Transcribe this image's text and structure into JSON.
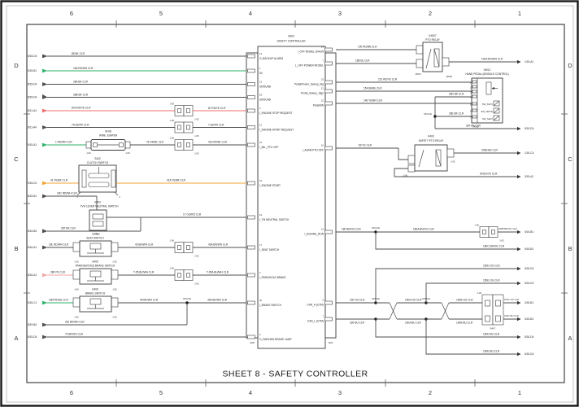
{
  "title": "SHEET 8 - SAFETY CONTROLLER",
  "zones": {
    "cols": [
      "6",
      "5",
      "4",
      "3",
      "2",
      "1"
    ],
    "rows": [
      "D",
      "C",
      "B",
      "A"
    ]
  },
  "controller": {
    "id": "A400",
    "name": "SAFETY CONTROLLER",
    "left_conn": "J400",
    "right_conn": "J401",
    "lp": [
      {
        "n": "14",
        "l": "O_BACKUP ALARM"
      },
      {
        "n": "1",
        "l": "5V"
      },
      {
        "n": "13",
        "l": "GROUND"
      },
      {
        "n": "18",
        "l": "GROUND"
      },
      {
        "n": "4",
        "l": "I_ENGINE STOP REQUEST"
      },
      {
        "n": "12",
        "l": "I_ENGINE START REQUEST"
      },
      {
        "n": "15",
        "l": "I_MIL_PTO OFF"
      },
      {
        "n": "16",
        "l": "I_ENGINE START"
      },
      {
        "n": "19",
        "l": "I_TM NEUTRAL SWITCH"
      },
      {
        "n": "17",
        "l": "I_SEAT SWITCH"
      },
      {
        "n": "2",
        "l": "I_PARK/HOLD BRAKE"
      },
      {
        "n": "20",
        "l": "I_BRAKE SWITCH"
      },
      {
        "n": "3",
        "l": "O_PARKING BRAKE LAMP"
      }
    ],
    "rp": [
      {
        "n": "24",
        "l": "I_OFF MODEL DIAGN"
      },
      {
        "n": "7",
        "l": "L_OFF POWER MODEL"
      },
      {
        "n": "23",
        "l": "Pedal/Power_Sweep_Sig"
      },
      {
        "n": "21",
        "l": "Pedal_Sweep_Sign"
      },
      {
        "n": "22",
        "l": "PedalSW"
      },
      {
        "n": "10",
        "l": "I_ASAM PTO OFF"
      },
      {
        "n": "14",
        "l": "I_ENGINE_RUN"
      },
      {
        "n": "5",
        "l": "CAN_H (UTM)"
      },
      {
        "n": "7",
        "l": "CAN_L (UTM)"
      }
    ]
  },
  "rows": [
    {
      "ref": "8/15-D4",
      "w1": "88 BK CLR"
    },
    {
      "ref": "9/15-B1",
      "w1": "18A RD/WH CLR"
    },
    {
      "ref": "8/15-D4",
      "w1": "28A BK CLR"
    },
    {
      "ref": "8/15-D4",
      "w1": "28B BK CLR"
    },
    {
      "ref": "8/11-A4",
      "w1": "87A RD/YE CLR",
      "w2": "87 RD/YE CLR"
    },
    {
      "ref": "8/11-A4",
      "w1": "7A BU/PK CLR",
      "w2": "7 BU/PK CLR"
    },
    {
      "ref": "9/15-A1",
      "w1": "1 RD/WH CLR",
      "w2": "41 RD/BL CLR",
      "w3": "41A RD/BL CLR"
    },
    {
      "ref": "9/15-D1",
      "w1": "41 YE/BK CLR",
      "w2": "41A YE/BK CLR"
    },
    {
      "ref": "8/15-B1",
      "w1": "18C RD/WH CLR"
    },
    {
      "w1": "17 OG/RD CLR"
    },
    {
      "ref": "8/15-B4",
      "w1": "28T BK CLR"
    },
    {
      "ref": "8/16-A1",
      "w1": "18L RD/WH CLR",
      "w2": "43 BN/WH CLR",
      "w3": "43A BN/WH CLR"
    },
    {
      "ref": "8/16-A1",
      "w1": "28F PK CLR",
      "w2": "T-05 BU/WH CLR",
      "w3": "T-05A BU/WH CLR"
    },
    {
      "ref": "9/15-C1",
      "w1": "18M RD/BL CLR",
      "w2": "45 BK/WH CLR",
      "w3": "45A BK/WH CLR"
    },
    {
      "ref": "8/15-B4",
      "w1": "28J BK/WH CLR"
    },
    {
      "ref": "8/15-D4",
      "w1": "70 BN/OG CLR"
    }
  ],
  "comp": {
    "jumper": {
      "id": "W-08",
      "name": "WIRE JUMPER"
    },
    "clutch": {
      "id": "S402",
      "name": "CLUTCH SWITCH",
      "p1": "1",
      "p2": "2"
    },
    "tvh": {
      "id": "S403",
      "name": "TVH LEVER NEUTRAL SWITCH"
    },
    "seat": {
      "id": "S404",
      "name": "SEAT SWITCH"
    },
    "park": {
      "id": "S405",
      "name": "PARK/SERVICE BRAKE SWITCH"
    },
    "brake": {
      "id": "S406",
      "name": "BRAKE SWITCH"
    }
  },
  "relay1": {
    "id": "K4507",
    "name": "PTO RELAY",
    "in1": "100 RD/BN CLR",
    "in2": "18B BL CLR",
    "out": "100A RD/WH CLR",
    "ref": "1/15-A1",
    "cl": "J4507",
    "cr": "J4508"
  },
  "pedal": {
    "id": "SW12",
    "name": "HAND PEDAL (MODULE CONTROL)",
    "conn": "J4512",
    "in1": "151 RD/YE CLR",
    "in2": "154 BN/BL CLR",
    "in3": "146 YE/BN CLR",
    "stub1": "28D BK CLR",
    "stub2": "28E BK CLR",
    "out": "28T BK CLR",
    "out_ref": "5/15-D4",
    "sw1": "SW_KEY2",
    "sw2": "SW_DRIVE",
    "sw3": "SW_SEAT",
    "pins": [
      "1",
      "2",
      "3",
      "4",
      "5",
      "6",
      "7"
    ]
  },
  "relay2": {
    "id": "K400",
    "name": "SAFETY PTO RELAY",
    "in": "69 YE CLR",
    "out1": "200B BK CLR",
    "ref1": "1/15-C4",
    "out2": "99 BU/YE CLR",
    "ref2": "3/15-A1"
  },
  "run": {
    "w1": "180 BN/OG CLR",
    "w2": "180A BN/OG CLR",
    "w3": "180B BN/OG CLR",
    "ref": "5/15-B1",
    "bw": "180C BN/OG CLR",
    "bref": "9/15-B1"
  },
  "can": {
    "term": "R407",
    "h": {
      "w1": "150 OG CLR",
      "w2": "150A OG CLR",
      "w3": "150B OG CLR",
      "out": "150C OG CLR",
      "ref": "3/15-B1",
      "b1": "150D OG CLR",
      "b1ref": "5/15-D4",
      "b2": "150E OG CLR",
      "b2ref": "5/16-D4"
    },
    "l": {
      "w1": "160 BU CLR",
      "w2": "160A BU CLR",
      "w3": "160B BU CLR",
      "out": "160C BU CLR",
      "ref": "3/15-B1",
      "b1": "160D BU CLR",
      "b1ref": "5/16-D4",
      "b2": "160E BU CLR",
      "b2ref": "5/15-D4"
    }
  },
  "misc": {
    "splice": "SPLICE",
    "ca": "J-06",
    "cb": "J-05"
  },
  "colors": {
    "green": "#2fb36b",
    "red": "#ef6e6b",
    "orange": "#f0a232",
    "pink": "#f2a6a4",
    "wire": "#4d4d4d"
  }
}
